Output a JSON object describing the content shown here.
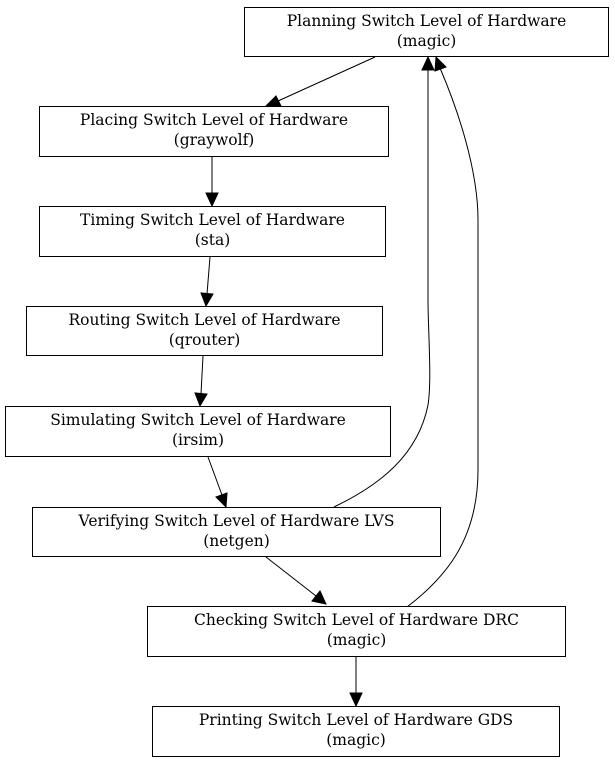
{
  "diagram": {
    "nodes": [
      {
        "id": "planning",
        "line1": "Planning Switch Level of Hardware",
        "line2": "(magic)"
      },
      {
        "id": "placing",
        "line1": "Placing Switch Level of Hardware",
        "line2": "(graywolf)"
      },
      {
        "id": "timing",
        "line1": "Timing Switch Level of Hardware",
        "line2": "(sta)"
      },
      {
        "id": "routing",
        "line1": "Routing Switch Level of Hardware",
        "line2": "(qrouter)"
      },
      {
        "id": "simulating",
        "line1": "Simulating Switch Level of Hardware",
        "line2": "(irsim)"
      },
      {
        "id": "verifying",
        "line1": "Verifying Switch Level of Hardware LVS",
        "line2": "(netgen)"
      },
      {
        "id": "checking",
        "line1": "Checking Switch Level of Hardware DRC",
        "line2": "(magic)"
      },
      {
        "id": "printing",
        "line1": "Printing Switch Level of Hardware GDS",
        "line2": "(magic)"
      }
    ],
    "edges": [
      {
        "from": "planning",
        "to": "placing"
      },
      {
        "from": "placing",
        "to": "timing"
      },
      {
        "from": "timing",
        "to": "routing"
      },
      {
        "from": "routing",
        "to": "simulating"
      },
      {
        "from": "simulating",
        "to": "verifying"
      },
      {
        "from": "verifying",
        "to": "checking"
      },
      {
        "from": "checking",
        "to": "printing"
      },
      {
        "from": "verifying",
        "to": "planning"
      },
      {
        "from": "checking",
        "to": "planning"
      }
    ]
  }
}
